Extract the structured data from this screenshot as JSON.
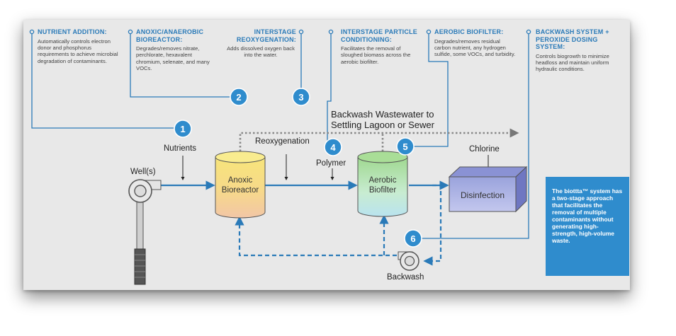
{
  "notes": {
    "nutrient": {
      "heading": "NUTRIENT ADDITION:",
      "body": "Automatically controls electron donor and phosphorus requirements to achieve microbial degradation of contaminants."
    },
    "anoxic": {
      "heading": "ANOXIC/ANAEROBIC BIOREACTOR:",
      "body": "Degrades/removes nitrate, perchlorate, hexavalent chromium, selenate, and many VOCs."
    },
    "interstage_reox": {
      "heading": "INTERSTAGE REOXYGENATION:",
      "body": "Adds dissolved oxygen back into the water."
    },
    "particle": {
      "heading": "INTERSTAGE PARTICLE CONDITIONING:",
      "body": "Facilitates the removal of sloughed biomass across the aerobic biofilter."
    },
    "aerobic": {
      "heading": "AEROBIC BIOFILTER:",
      "body": "Degrades/removes residual carbon nutrient, any hydrogen sulfide, some VOCs, and turbidity."
    },
    "backwash": {
      "heading": "BACKWASH SYSTEM + PEROXIDE DOSING SYSTEM:",
      "body": "Controls biogrowth to minimize headloss and maintain uniform hydraulic conditions."
    }
  },
  "labels": {
    "wells": "Well(s)",
    "nutrients": "Nutrients",
    "reoxygenation": "Reoxygenation",
    "polymer": "Polymer",
    "chlorine": "Chlorine",
    "backwash": "Backwash",
    "backwash_wastewater_line1": "Backwash Wastewater to",
    "backwash_wastewater_line2": "Settling Lagoon or Sewer"
  },
  "vessels": {
    "anoxic_line1": "Anoxic",
    "anoxic_line2": "Bioreactor",
    "aerobic_line1": "Aerobic",
    "aerobic_line2": "Biofilter",
    "disinfection": "Disinfection"
  },
  "steps": [
    "1",
    "2",
    "3",
    "4",
    "5",
    "6"
  ],
  "summary": "The biottta™ system has a two-stage approach that facilitates the removal of multiple contaminants without generating high-strength, high-volume waste.",
  "colors": {
    "accent_blue": "#2f8ccd",
    "flow_line": "#2a7ab8",
    "badge": "#2f8ccd",
    "anoxic_fill": "#f4e27a",
    "aerobic_fill": "#b6e3a8",
    "disinfection_fill": "#a8aee0"
  }
}
